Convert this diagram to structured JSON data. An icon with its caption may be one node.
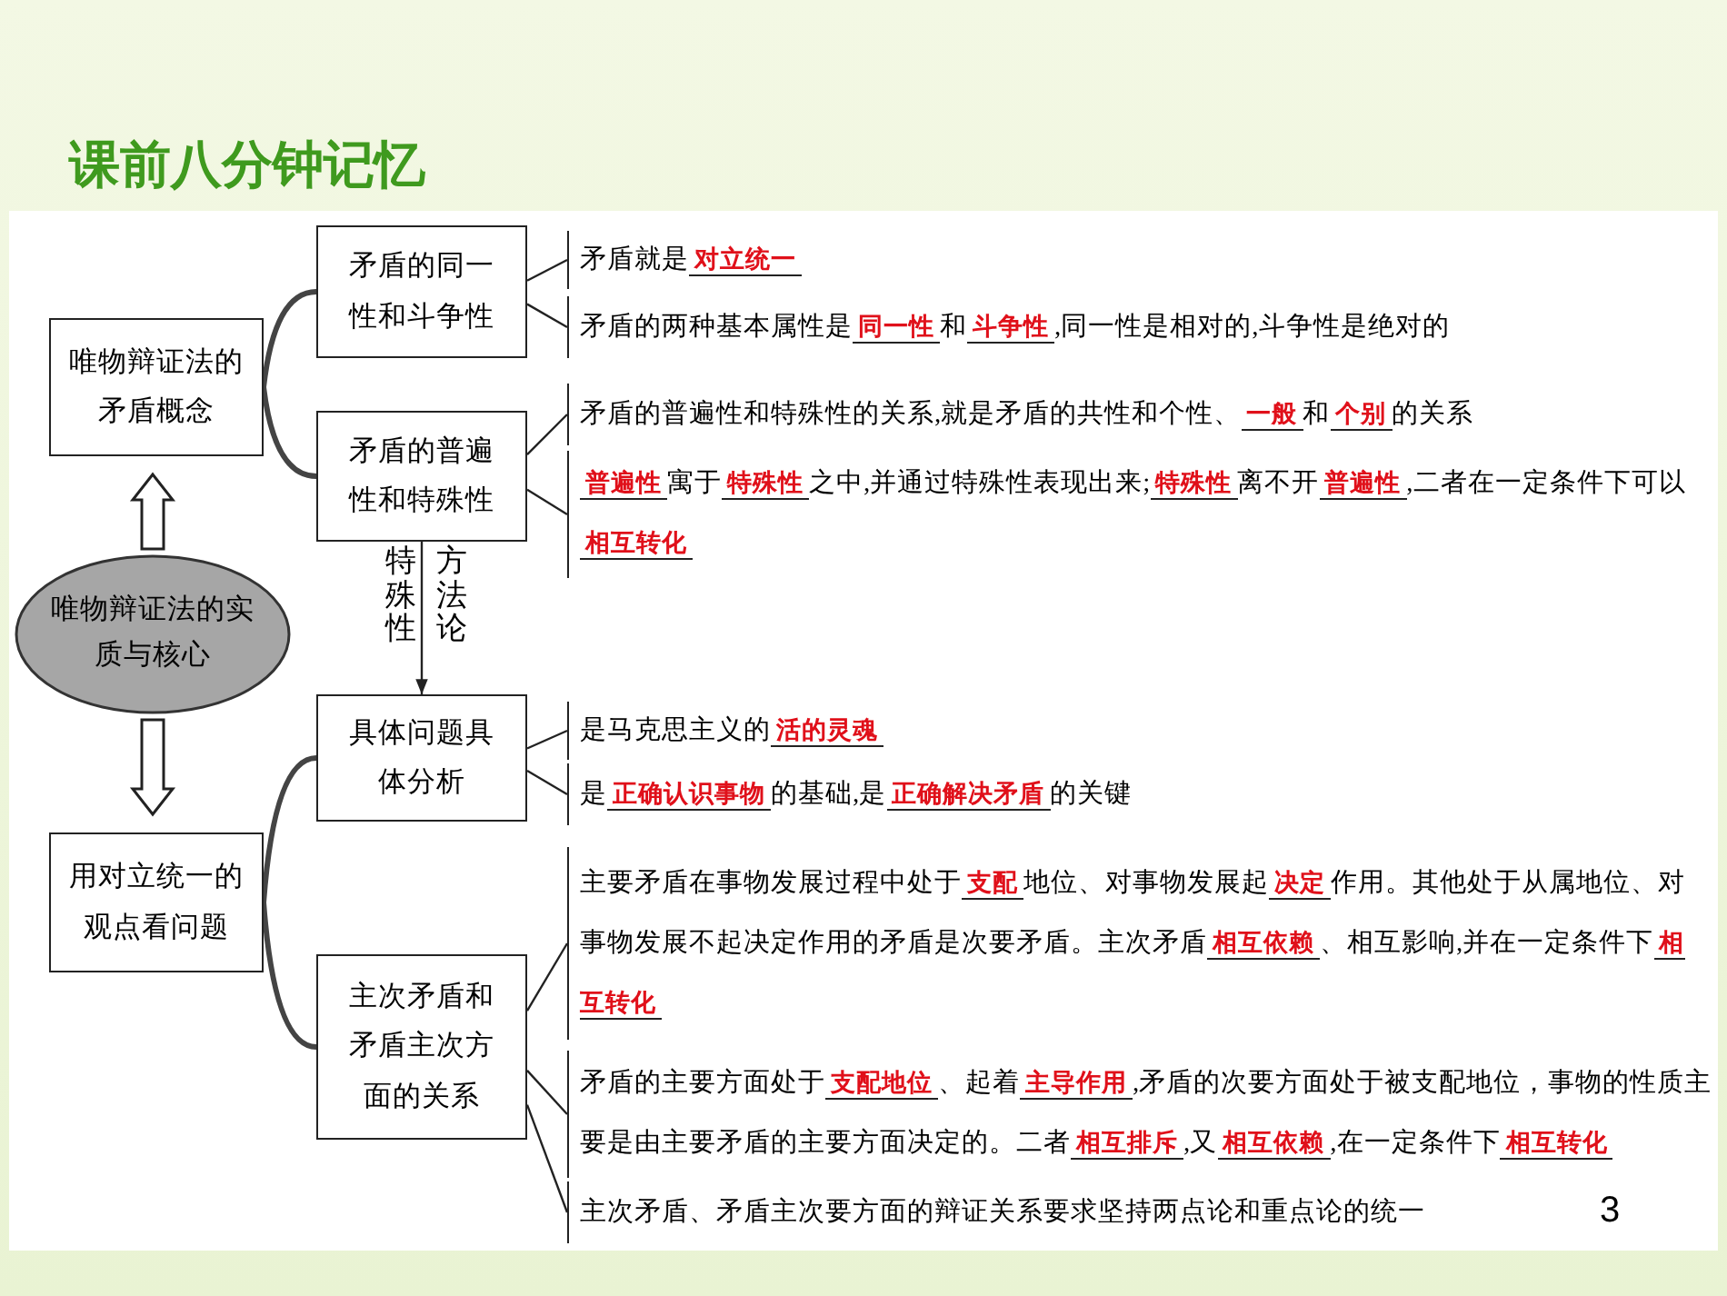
{
  "diagram": {
    "title": "课前八分钟记忆",
    "nodes": [
      {
        "text": [
          "唯物辩证法的矛盾概念"
        ]
      },
      {
        "text": [
          "矛盾的同一性和斗争性"
        ]
      },
      {
        "text": [
          "矛盾的普遍性和特殊性"
        ]
      },
      {
        "text": [
          "唯物辩证法的实质与核心"
        ]
      },
      {
        "text": [
          "用对立统一的观点看问题"
        ]
      },
      {
        "text": [
          "具体问题具体分析"
        ]
      },
      {
        "text": [
          "主次矛盾和矛盾主次方面的关系"
        ]
      },
      {
        "text": [
          "矛盾就是**对立统一**"
        ]
      },
      {
        "text": [
          "矛盾的两种基本属性是**同一性**和**斗争性**,同一性是相对的,斗争性是绝对的"
        ]
      },
      {
        "text": [
          "矛盾的普遍性和特殊性的关系,就是矛盾的共性和个性、**一般**和**个别**的关系"
        ]
      },
      {
        "text": [
          "**普遍性**寓于**特殊性**之中,并通过特殊性表现出来;**特殊性**离不开**普遍性**,二者在一定条件下可以**相互转化**"
        ]
      },
      {
        "text": [
          "是马克思主义的**活的灵魂**"
        ]
      },
      {
        "text": [
          "是**正确认识事物**的基础,是**正确解决矛盾**的关键"
        ]
      },
      {
        "text": [
          "主要矛盾在事物发展过程中处于**支配**地位、对事物发展起**决定**作用。其他处于从属地位、对事物发展不起决定作用的矛盾是次要矛盾。主次矛盾**相互依赖**、相互影响,并在一定条件下**相互转化**"
        ]
      },
      {
        "text": [
          "矛盾的主要方面处于**支配地位**、起着**主导作用**,矛盾的次要方面处于被支配地位，事物的性质主要是由主要矛盾的主要方面决定的。二者**相互排斥**,又**相互依赖**,在一定条件下**相互转化**"
        ]
      },
      {
        "text": [
          "主次矛盾、矛盾主次要方面的辩证关系要求坚持两点论和重点论的统一"
        ]
      }
    ],
    "edges": [
      {
        "from": 3,
        "to": 0,
        "arrow": "to",
        "style": "thick"
      },
      {
        "from": 3,
        "to": 4,
        "arrow": "to",
        "style": "thick"
      },
      {
        "from": 0,
        "to": 1,
        "arrow": "none",
        "style": "thick"
      },
      {
        "from": 0,
        "to": 2,
        "arrow": "none",
        "style": "thick"
      },
      {
        "from": 4,
        "to": 5,
        "arrow": "none",
        "style": "thick"
      },
      {
        "from": 4,
        "to": 6,
        "arrow": "none",
        "style": "thick"
      },
      {
        "from": 2,
        "to": 5,
        "arrow": "to"
      },
      {
        "from": 1,
        "to": 7,
        "arrow": "none"
      },
      {
        "from": 1,
        "to": 8,
        "arrow": "none"
      },
      {
        "from": 2,
        "to": 9,
        "arrow": "none"
      },
      {
        "from": 2,
        "to": 10,
        "arrow": "none"
      },
      {
        "from": 5,
        "to": 11,
        "arrow": "none"
      },
      {
        "from": 5,
        "to": 12,
        "arrow": "none"
      },
      {
        "from": 6,
        "to": 13,
        "arrow": "none"
      },
      {
        "from": 6,
        "to": 14,
        "arrow": "none"
      },
      {
        "from": 6,
        "to": 15,
        "arrow": "none"
      }
    ],
    "labels": [
      "特殊性",
      "方法论",
      "3"
    ]
  }
}
